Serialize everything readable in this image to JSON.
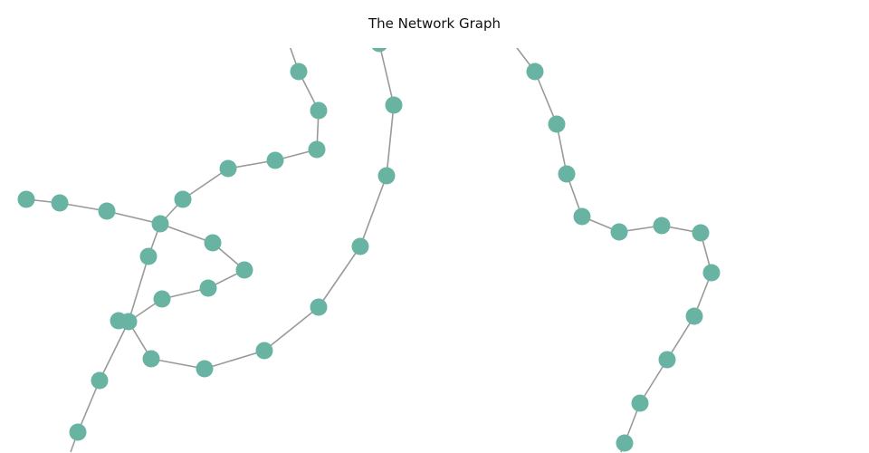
{
  "title": "The Network Graph",
  "colors": {
    "node": "#69b3a2",
    "link": "#999999"
  },
  "nodes": [
    "n1",
    "n2",
    "n3",
    "n4",
    "n5",
    "n6",
    "n7",
    "n8",
    "n9",
    "n9b",
    "n10",
    "n11",
    "n12",
    "n13",
    "n14",
    "n15",
    "n16",
    "n17",
    "n18",
    "n19",
    "n20",
    "n21",
    "n22",
    "n23",
    "n24",
    "n25",
    "n26",
    "n27",
    "n28",
    "n29",
    "n30",
    "r0",
    "r1",
    "r2",
    "r3",
    "r4",
    "r5",
    "r6",
    "r7",
    "r8",
    "r9",
    "r10",
    "r11",
    "r12",
    "r13"
  ],
  "links": [
    [
      "n1",
      "n2"
    ],
    [
      "n2",
      "n3"
    ],
    [
      "n3",
      "n4"
    ],
    [
      "n4",
      "n5"
    ],
    [
      "n5",
      "n6"
    ],
    [
      "n6",
      "n7"
    ],
    [
      "n7",
      "n8"
    ],
    [
      "n8",
      "n9"
    ],
    [
      "n4",
      "n10"
    ],
    [
      "n10",
      "n11"
    ],
    [
      "n11",
      "n12"
    ],
    [
      "n12",
      "n13"
    ],
    [
      "n13",
      "n14"
    ],
    [
      "n14",
      "n15"
    ],
    [
      "n15",
      "n16"
    ],
    [
      "n4",
      "n17"
    ],
    [
      "n17",
      "n9"
    ],
    [
      "n9",
      "n18"
    ],
    [
      "n18",
      "n19"
    ],
    [
      "n19",
      "n20"
    ],
    [
      "n20",
      "n21"
    ],
    [
      "n21",
      "n22"
    ],
    [
      "n22",
      "n23"
    ],
    [
      "n23",
      "n24"
    ],
    [
      "n24",
      "n25"
    ],
    [
      "n9",
      "n26"
    ],
    [
      "n26",
      "n27"
    ],
    [
      "n27",
      "n28"
    ],
    [
      "r0",
      "r1"
    ],
    [
      "r1",
      "r2"
    ],
    [
      "r2",
      "r3"
    ],
    [
      "r3",
      "r4"
    ],
    [
      "r4",
      "r5"
    ],
    [
      "r5",
      "r6"
    ],
    [
      "r6",
      "r7"
    ],
    [
      "r7",
      "r8"
    ],
    [
      "r8",
      "r9"
    ],
    [
      "r9",
      "r10"
    ],
    [
      "r10",
      "r11"
    ],
    [
      "r11",
      "r12"
    ],
    [
      "r12",
      "r13"
    ]
  ]
}
